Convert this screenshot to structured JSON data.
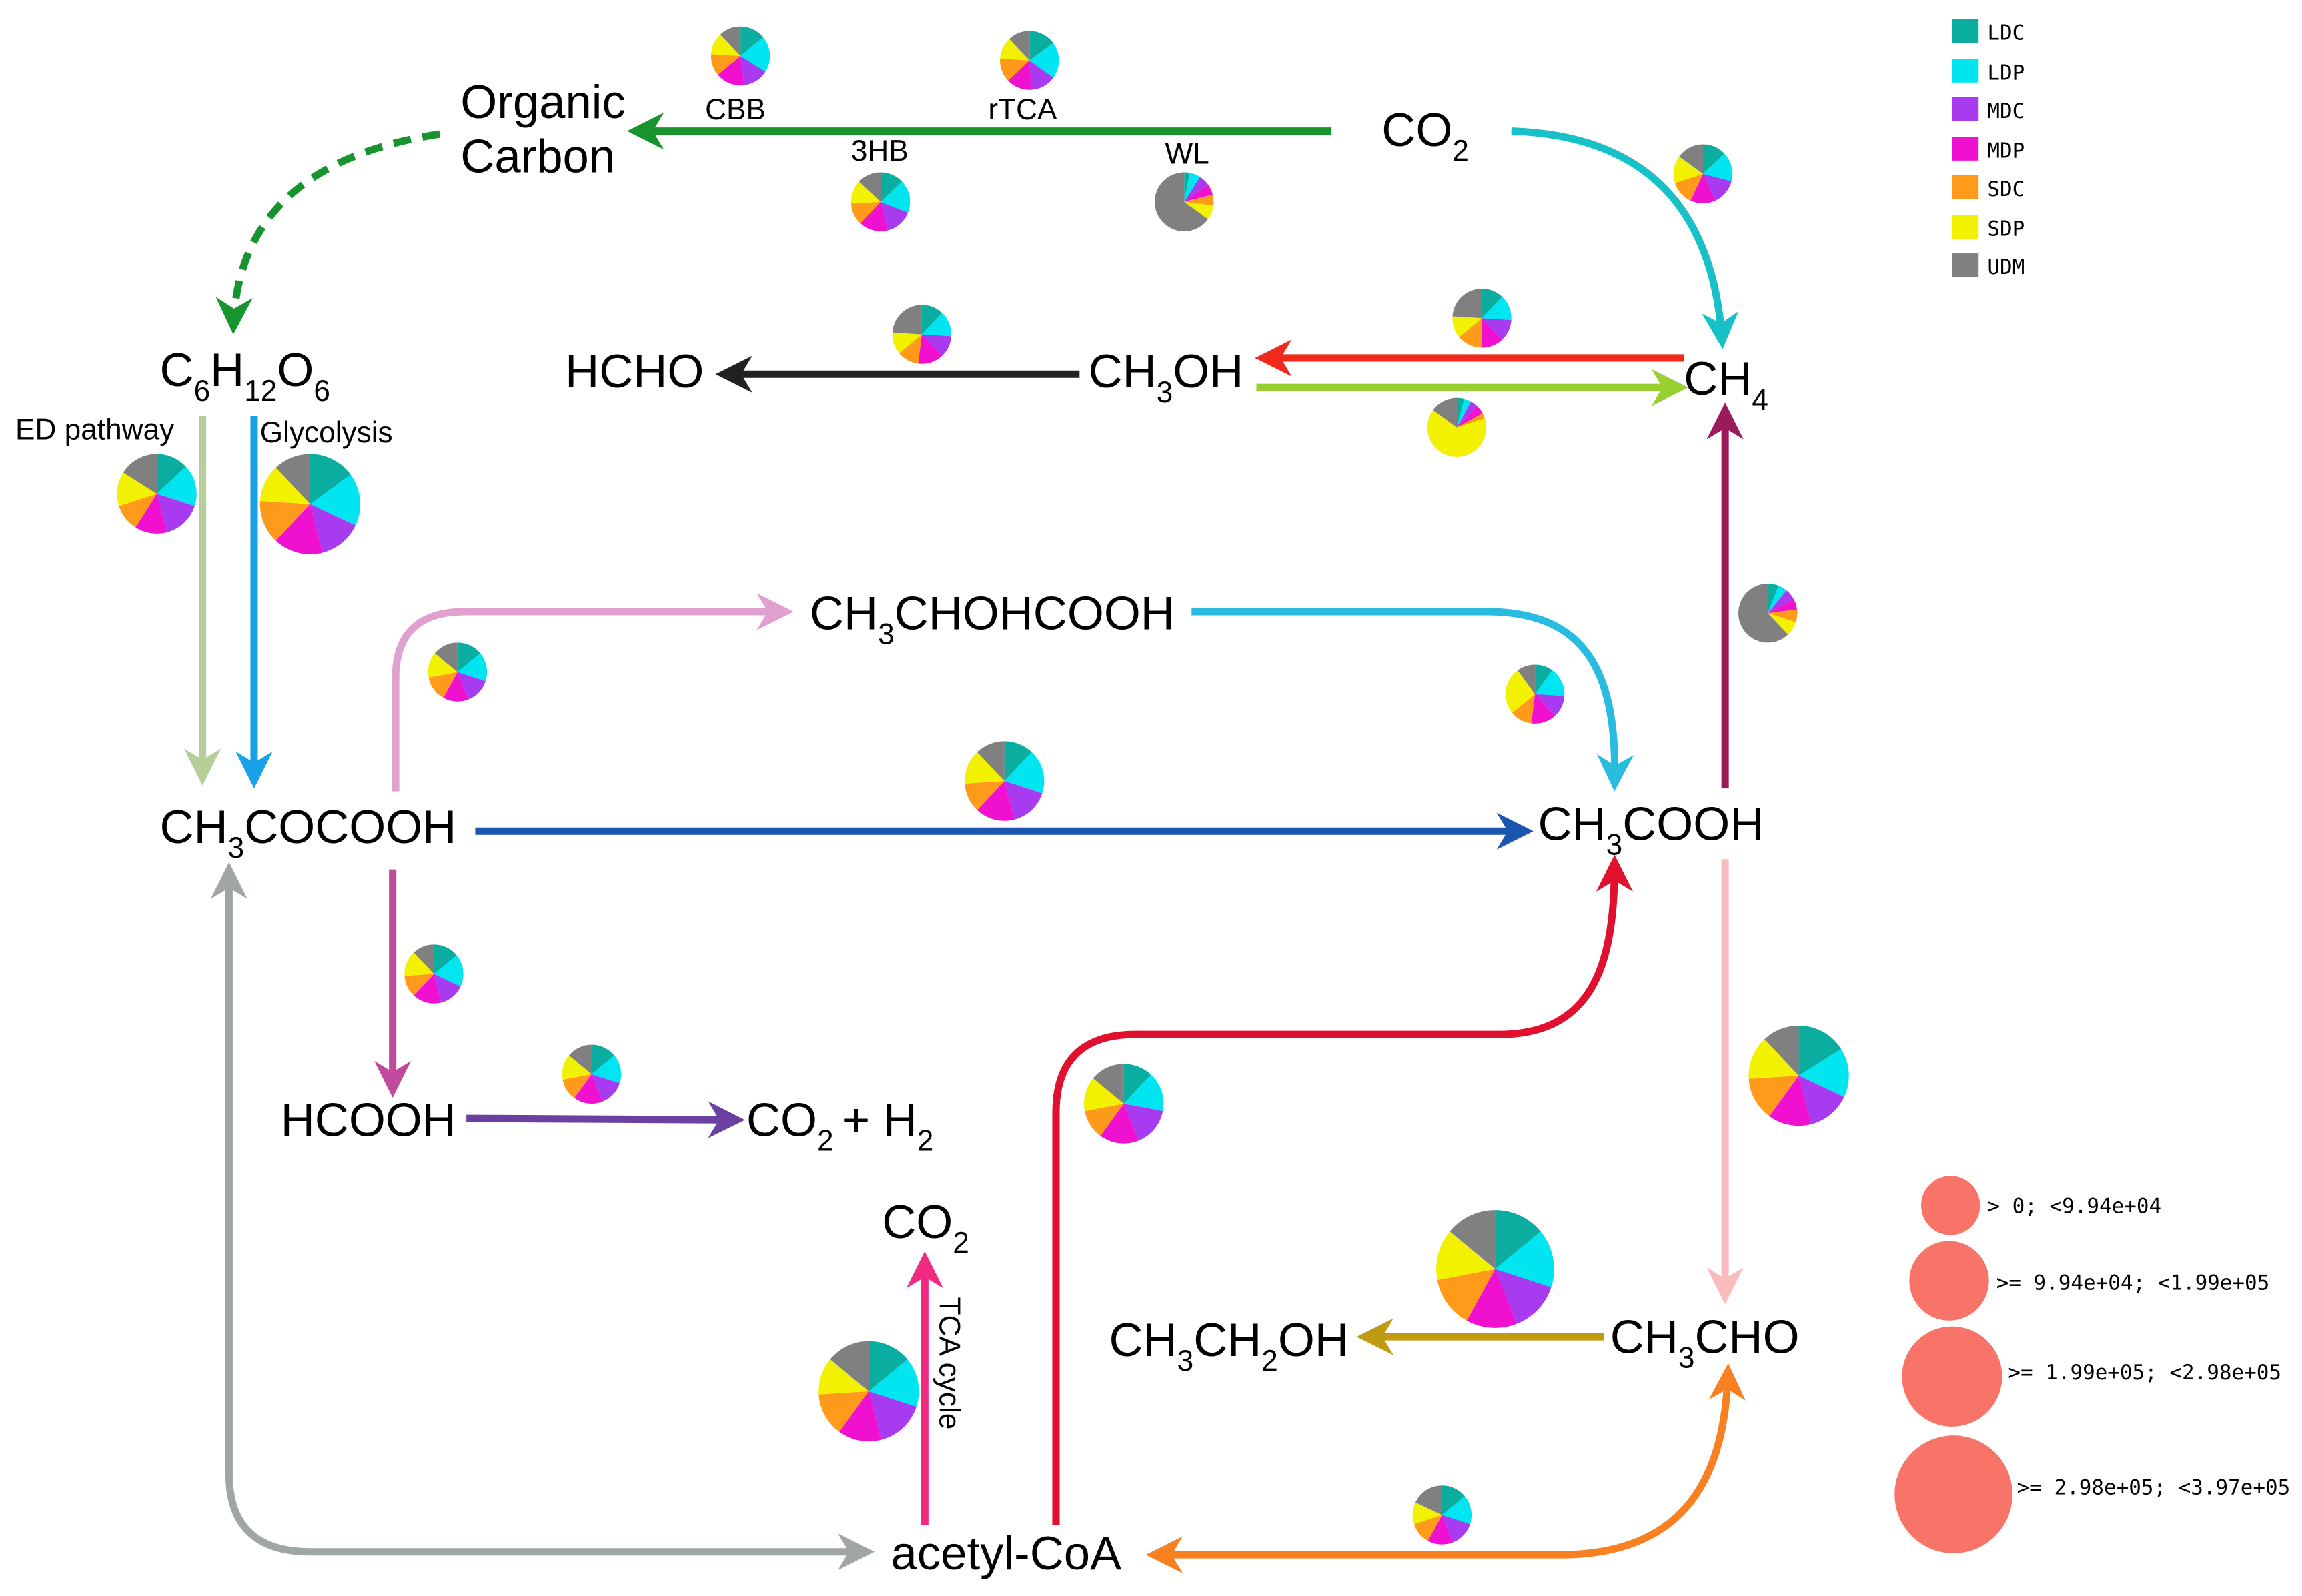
{
  "nodes": {
    "organic_carbon_1": "Organic",
    "organic_carbon_2": "Carbon",
    "co2_top": {
      "main": "CO",
      "sub": "2"
    },
    "glucose": {
      "a": "C",
      "b": "6",
      "c": "H",
      "d": "12",
      "e": "O",
      "f": "6"
    },
    "hcho": "HCHO",
    "methanol": {
      "a": "CH",
      "b": "3",
      "c": "OH"
    },
    "methane": {
      "a": "CH",
      "b": "4"
    },
    "lactate": {
      "a": "CH",
      "b": "3",
      "c": "CHOHCOOH"
    },
    "pyruvate": {
      "a": "CH",
      "b": "3",
      "c": "COCOOH"
    },
    "acetate": {
      "a": "CH",
      "b": "3",
      "c": "COOH"
    },
    "formate": "HCOOH",
    "co2_h2": {
      "a": "CO",
      "b": "2",
      "c": "+ H",
      "d": "2"
    },
    "co2_tca": {
      "a": "CO",
      "b": "2"
    },
    "ethanol": {
      "a": "CH",
      "b": "3",
      "c": "CH",
      "d": "2",
      "e": "OH"
    },
    "acetaldehyde": {
      "a": "CH",
      "b": "3",
      "c": "CHO"
    },
    "acetylcoa": "acetyl-CoA"
  },
  "pathway_labels": {
    "cbb": "CBB",
    "rtca": "rTCA",
    "3hb": "3HB",
    "wl": "WL",
    "ed": "ED pathway",
    "glycolysis": "Glycolysis",
    "tca": "TCA cycle"
  },
  "legend": {
    "items": [
      {
        "label": "LDC",
        "color": "#0AADA0"
      },
      {
        "label": "LDP",
        "color": "#00E5F0"
      },
      {
        "label": "MDC",
        "color": "#A83AF0"
      },
      {
        "label": "MDP",
        "color": "#F010D0"
      },
      {
        "label": "SDC",
        "color": "#FF9A1A"
      },
      {
        "label": "SDP",
        "color": "#F2F200"
      },
      {
        "label": "UDM",
        "color": "#808080"
      }
    ],
    "size_color": "#F87468",
    "size_bins": [
      "> 0; <9.94e+04",
      ">= 9.94e+04; <1.99e+05",
      ">= 1.99e+05; <2.98e+05",
      ">= 2.98e+05; <3.97e+05"
    ]
  },
  "colors": {
    "fixation": "#18942E",
    "methanogenesis": "#18C0C8",
    "methanol_to_hcho": "#222222",
    "methane_to_methanol": "#F02A1A",
    "methanol_to_methane": "#98D030",
    "ed": "#B5CE9A",
    "glycolysis": "#1AA0E8",
    "pyr_to_lactate": "#E0A0D0",
    "lactate_to_acetate": "#2ABCE0",
    "pyr_to_acetate": "#1A55B0",
    "acetate_to_methane": "#9A1A5A",
    "pyr_to_formate": "#C04A9E",
    "formate_to_co2": "#6A40A0",
    "acetylcoa_to_acetate": "#E0102E",
    "tca": "#F02A80",
    "acetate_to_acetaldehyde": "#F8BCBC",
    "acetaldehyde_to_ethanol": "#C09A10",
    "pyr_acetylcoa": "#A0A6A6",
    "acetylcoa_acetaldehyde": "#F88020"
  },
  "pie_order": [
    "LDC",
    "LDP",
    "MDC",
    "MDP",
    "SDC",
    "SDP",
    "UDM"
  ],
  "pies": [
    {
      "id": "CBB",
      "size_bin": 1,
      "values": [
        14,
        20,
        14,
        16,
        12,
        12,
        12
      ]
    },
    {
      "id": "rTCA",
      "size_bin": 1,
      "values": [
        15,
        20,
        14,
        14,
        13,
        12,
        12
      ]
    },
    {
      "id": "3HB",
      "size_bin": 1,
      "values": [
        13,
        18,
        15,
        16,
        12,
        13,
        13
      ]
    },
    {
      "id": "WL",
      "size_bin": 1,
      "values": [
        3,
        6,
        6,
        6,
        6,
        8,
        65
      ]
    },
    {
      "id": "CO2-CH4",
      "size_bin": 1,
      "values": [
        13,
        16,
        14,
        14,
        13,
        15,
        15
      ]
    },
    {
      "id": "CH4-CH3OH",
      "size_bin": 1,
      "values": [
        12,
        14,
        12,
        12,
        14,
        12,
        24
      ]
    },
    {
      "id": "CH3OH-HCHO",
      "size_bin": 1,
      "values": [
        12,
        14,
        12,
        14,
        12,
        12,
        24
      ]
    },
    {
      "id": "CH3OH-CH4",
      "size_bin": 1,
      "values": [
        4,
        4,
        4,
        5,
        3,
        65,
        15
      ]
    },
    {
      "id": "ED",
      "size_bin": 2,
      "values": [
        13,
        17,
        16,
        13,
        11,
        14,
        16
      ]
    },
    {
      "id": "Glycolysis",
      "size_bin": 3,
      "values": [
        15,
        17,
        14,
        16,
        14,
        12,
        12
      ]
    },
    {
      "id": "PYR-LAC",
      "size_bin": 1,
      "values": [
        14,
        16,
        14,
        14,
        14,
        14,
        14
      ]
    },
    {
      "id": "LAC-ACE",
      "size_bin": 1,
      "values": [
        10,
        16,
        12,
        14,
        12,
        26,
        10
      ]
    },
    {
      "id": "PYR-ACE",
      "size_bin": 2,
      "values": [
        12,
        18,
        16,
        16,
        12,
        14,
        12
      ]
    },
    {
      "id": "ACE-CH4",
      "size_bin": 1,
      "values": [
        6,
        5,
        6,
        6,
        7,
        8,
        62
      ]
    },
    {
      "id": "PYR-HCOOH",
      "size_bin": 1,
      "values": [
        14,
        18,
        14,
        16,
        12,
        14,
        12
      ]
    },
    {
      "id": "HCOOH-CO2",
      "size_bin": 1,
      "values": [
        14,
        16,
        14,
        16,
        12,
        14,
        14
      ]
    },
    {
      "id": "ACoA-ACE",
      "size_bin": 2,
      "values": [
        12,
        16,
        16,
        16,
        12,
        14,
        14
      ]
    },
    {
      "id": "TCA",
      "size_bin": 3,
      "values": [
        14,
        16,
        16,
        14,
        14,
        12,
        14
      ]
    },
    {
      "id": "ACE-ACALD",
      "size_bin": 3,
      "values": [
        16,
        16,
        14,
        14,
        14,
        14,
        12
      ]
    },
    {
      "id": "ACALD-ETOH",
      "size_bin": 4,
      "values": [
        14,
        16,
        14,
        14,
        14,
        14,
        14
      ]
    },
    {
      "id": "ACoA-ACALD",
      "size_bin": 1,
      "values": [
        14,
        16,
        14,
        14,
        12,
        12,
        18
      ]
    }
  ]
}
